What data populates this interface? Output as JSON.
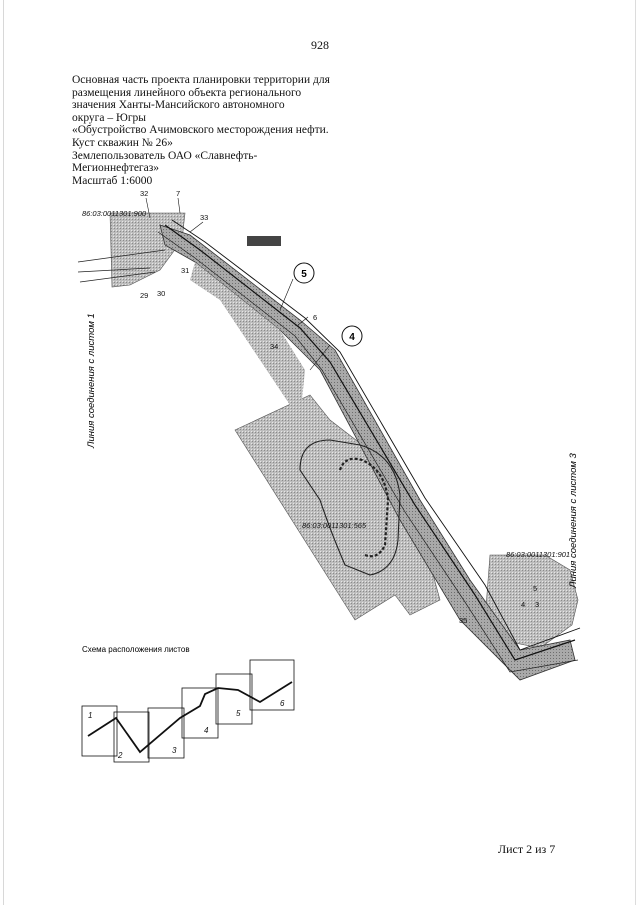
{
  "page_number": "928",
  "header": {
    "lines": [
      "Основная часть проекта планировки территории для",
      "размещения линейного объекта регионального",
      "значения Ханты-Мансийского автономного",
      "округа – Югры",
      "«Обустройство Ачимовского месторождения нефти.",
      "Куст скважин № 26»",
      "Землепользователь ОАО «Славнефть-",
      "Мегионнефтегаз»",
      "Масштаб 1:6000"
    ]
  },
  "map": {
    "parcels": [
      "86:03:0011301:900",
      "86:03:0011301:565",
      "86:03:0011301:901"
    ],
    "point_labels": [
      "32",
      "7",
      "33",
      "31",
      "29",
      "30",
      "6",
      "34",
      "35",
      "5",
      "4",
      "3"
    ],
    "circled_labels": [
      "5",
      "4"
    ],
    "join_line_left": "Линия соединения с листом 1",
    "join_line_right": "Линия соединения с листом 3"
  },
  "sheet_scheme": {
    "title": "Схема расположения листов",
    "sheets": [
      "1",
      "2",
      "3",
      "4",
      "5",
      "6"
    ]
  },
  "footer": "Лист 2 из 7"
}
